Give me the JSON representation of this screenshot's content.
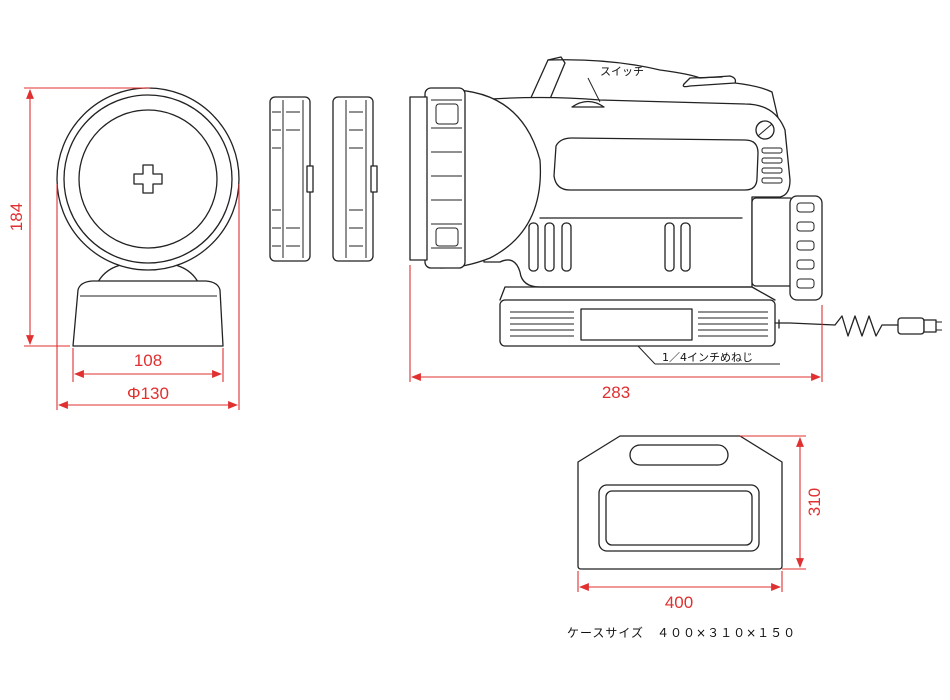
{
  "dimensions": {
    "height_front": "184",
    "width_base": "108",
    "diameter": "Φ130",
    "length_side": "283",
    "case_height": "310",
    "case_width": "400"
  },
  "labels": {
    "switch": "スイッチ",
    "screw": "1／4インチめねじ"
  },
  "caption": "ケースサイズ　４００×３１０×１５０",
  "colors": {
    "dimension": "#e03030",
    "line": "#222222"
  }
}
